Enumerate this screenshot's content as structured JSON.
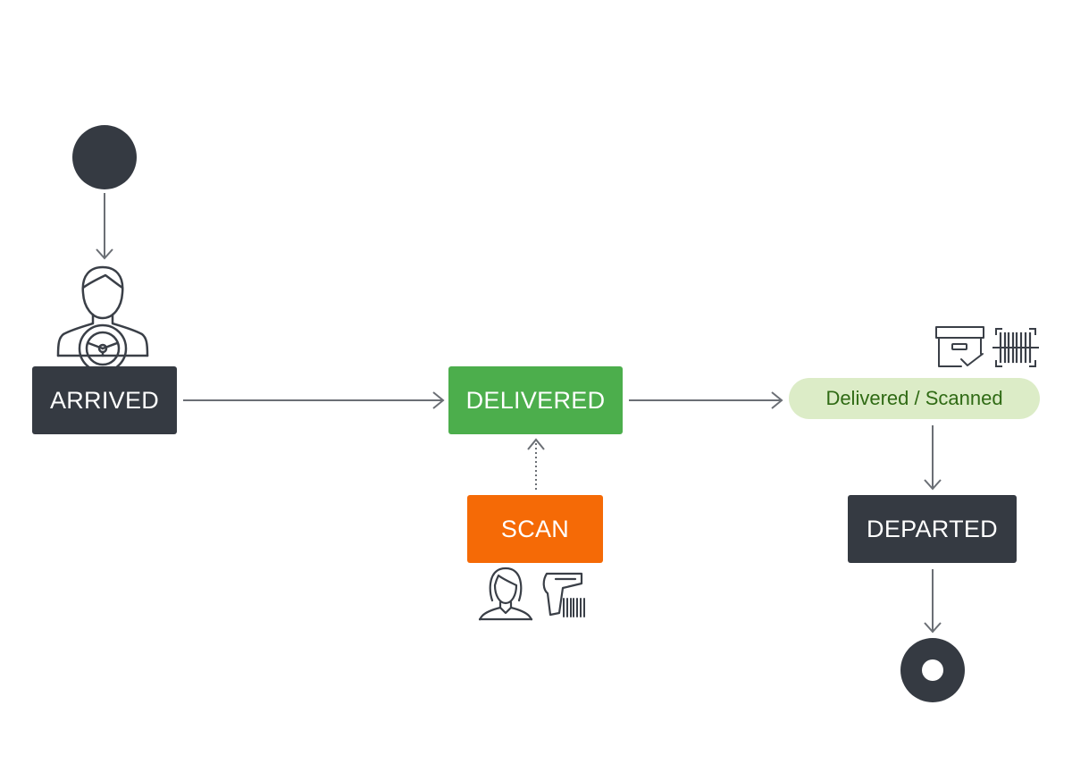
{
  "states": {
    "arrived": "ARRIVED",
    "delivered": "DELIVERED",
    "scan": "SCAN",
    "departed": "DEPARTED"
  },
  "status": {
    "delivered_scanned": "Delivered / Scanned"
  },
  "icons": [
    "driver-icon",
    "person-icon",
    "barcode-scanner-icon",
    "box-check-icon",
    "barcode-icon"
  ],
  "colors": {
    "dark": "#353a42",
    "green": "#4cae4c",
    "orange": "#f56a06",
    "pill_bg": "#dcecc7",
    "pill_text": "#2f6a14",
    "arrow": "#6b6f75"
  }
}
